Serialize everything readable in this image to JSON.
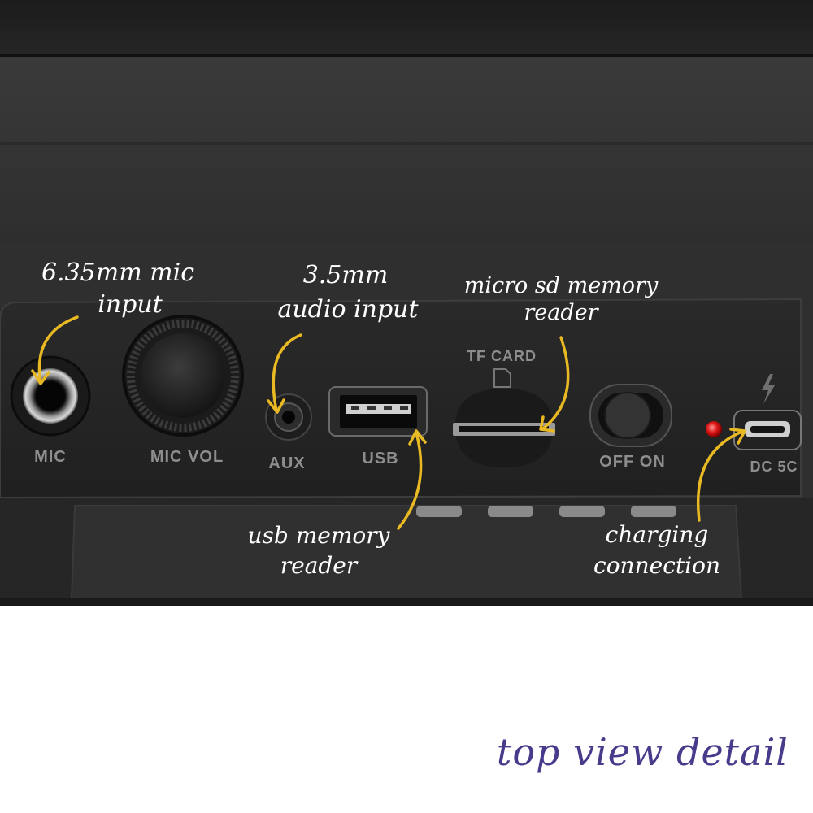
{
  "panel_labels": {
    "mic": "MIC",
    "mic_vol": "MIC VOL",
    "aux": "AUX",
    "usb": "USB",
    "tf_card": "TF CARD",
    "off_on": "OFF ON",
    "dc": "DC 5C"
  },
  "annotations": {
    "mic_input_line1": "6.35mm mic",
    "mic_input_line2": "input",
    "audio_input_line1": "3.5mm",
    "audio_input_line2": "audio input",
    "sd_reader_line1": "micro sd memory",
    "sd_reader_line2": "reader",
    "usb_reader_line1": "usb memory",
    "usb_reader_line2": "reader",
    "charging_line1": "charging",
    "charging_line2": "connection"
  },
  "caption": "top view detail",
  "colors": {
    "arrow": "#e8b923",
    "caption": "#4a3a8c",
    "led": "#e01818"
  },
  "icons": [
    "lightning-icon",
    "sd-card-icon"
  ]
}
